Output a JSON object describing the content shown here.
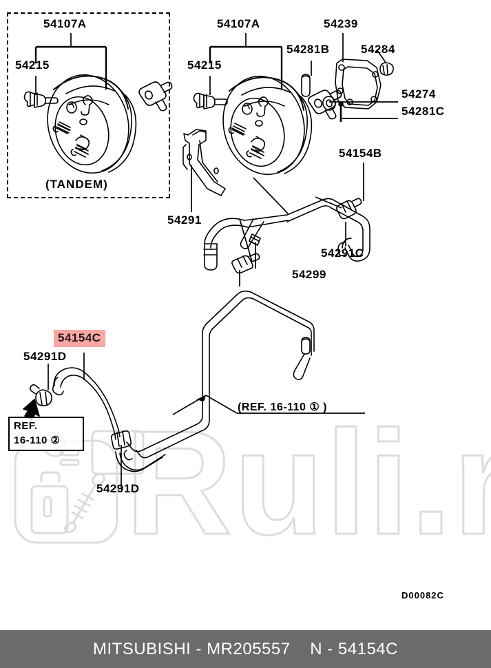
{
  "document": {
    "diagram_code": "D00082C",
    "tandem_note": "(TANDEM)",
    "ref_inline": "(REF. 16-110 ① )",
    "ref_box_line1": "REF.",
    "ref_box_line2": "16-110 ②",
    "watermark": "Ruli.ru"
  },
  "footer": {
    "text": "MITSUBISHI - MR205557    N - 54154C",
    "brand": "MITSUBISHI",
    "part_number": "MR205557",
    "diagram_ref": "N - 54154C",
    "background_color": "#6b6b6b",
    "text_color": "#ffffff"
  },
  "highlight": {
    "background_color": "#fba6a2",
    "part": "54154C"
  },
  "labels": {
    "tandem_booster_assy": "54107A",
    "tandem_valve": "54215",
    "main_booster_assy": "54107A",
    "main_valve": "54215",
    "grommet_b": "54281B",
    "gasket": "54239",
    "nut": "54284",
    "bracket_plate": "54274",
    "grommet_c": "54281C",
    "hose_b": "54154B",
    "bracket": "54291",
    "clamp_c": "54291C",
    "pipe": "54299",
    "hose_c": "54154C",
    "clamp_d_upper": "54291D",
    "clamp_d_lower": "54291D"
  },
  "parts_list": [
    {
      "number": "54107A",
      "name": "brake-booster-assembly-tandem"
    },
    {
      "number": "54215",
      "name": "check-valve-tandem"
    },
    {
      "number": "54107A",
      "name": "brake-booster-assembly"
    },
    {
      "number": "54215",
      "name": "check-valve"
    },
    {
      "number": "54281B",
      "name": "grommet-b"
    },
    {
      "number": "54239",
      "name": "gasket"
    },
    {
      "number": "54284",
      "name": "nut"
    },
    {
      "number": "54274",
      "name": "mounting-plate"
    },
    {
      "number": "54281C",
      "name": "grommet-c"
    },
    {
      "number": "54154B",
      "name": "vacuum-hose-b"
    },
    {
      "number": "54291",
      "name": "bracket"
    },
    {
      "number": "54291C",
      "name": "hose-clamp-c"
    },
    {
      "number": "54299",
      "name": "vacuum-pipe"
    },
    {
      "number": "54154C",
      "name": "vacuum-hose-c"
    },
    {
      "number": "54291D",
      "name": "hose-clamp-d"
    }
  ]
}
